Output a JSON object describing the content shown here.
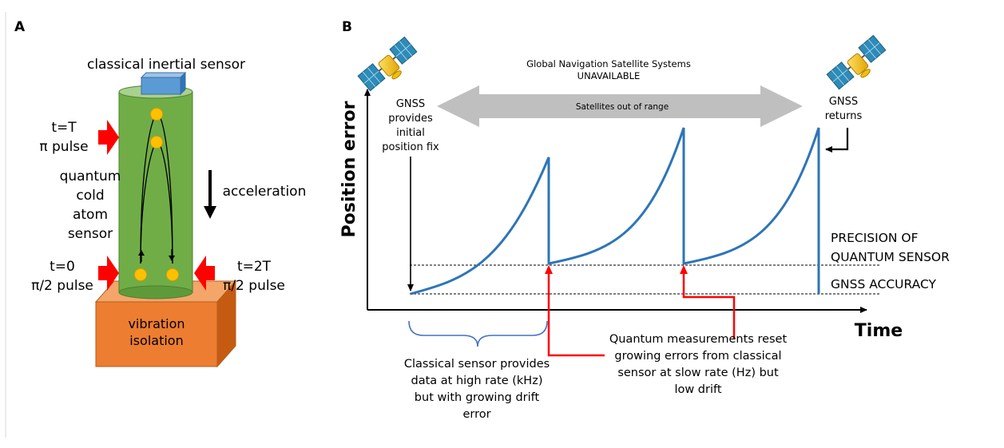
{
  "panel_a": {
    "label": "A",
    "classical_sensor_label": "classical inertial sensor",
    "pulse_top": {
      "time": "t=T",
      "pulse": "π pulse"
    },
    "pulse_bottom_left": {
      "time": "t=0",
      "pulse": "π/2 pulse"
    },
    "pulse_bottom_right": {
      "time": "t=2T",
      "pulse": "π/2 pulse"
    },
    "quantum_sensor_lines": [
      "quantum",
      "cold",
      "atom",
      "sensor"
    ],
    "acceleration_label": "acceleration",
    "base_lines": [
      "vibration",
      "isolation"
    ],
    "colors": {
      "column": "#70ad47",
      "sensor_box": "#5b9bd5",
      "base": "#ed7d31",
      "atom": "#ffc000",
      "pulse_arrow": "#ff0000"
    }
  },
  "panel_b": {
    "label": "B",
    "gnss_unavailable_lines": [
      "Global Navigation Satellite Systems",
      "UNAVAILABLE"
    ],
    "out_of_range": "Satellites out of range",
    "gnss_initial_lines": [
      "GNSS",
      "provides",
      "initial",
      "position fix"
    ],
    "gnss_returns_lines": [
      "GNSS",
      "returns"
    ],
    "y_axis_label": "Position error",
    "x_axis_label": "Time",
    "precision_lines": [
      "PRECISION OF",
      "QUANTUM SENSOR"
    ],
    "gnss_accuracy": "GNSS ACCURACY",
    "classical_note_lines": [
      "Classical sensor provides",
      "data at high rate (kHz)",
      "but with growing drift",
      "error"
    ],
    "quantum_note_lines": [
      "Quantum measurements reset",
      "growing errors from classical",
      "sensor at slow rate (Hz) but",
      "low drift"
    ],
    "colors": {
      "curve": "#2e75b6",
      "reset_arrow": "#ff0000",
      "range_arrow": "#bfbfbf",
      "brace": "#4472c4"
    }
  }
}
